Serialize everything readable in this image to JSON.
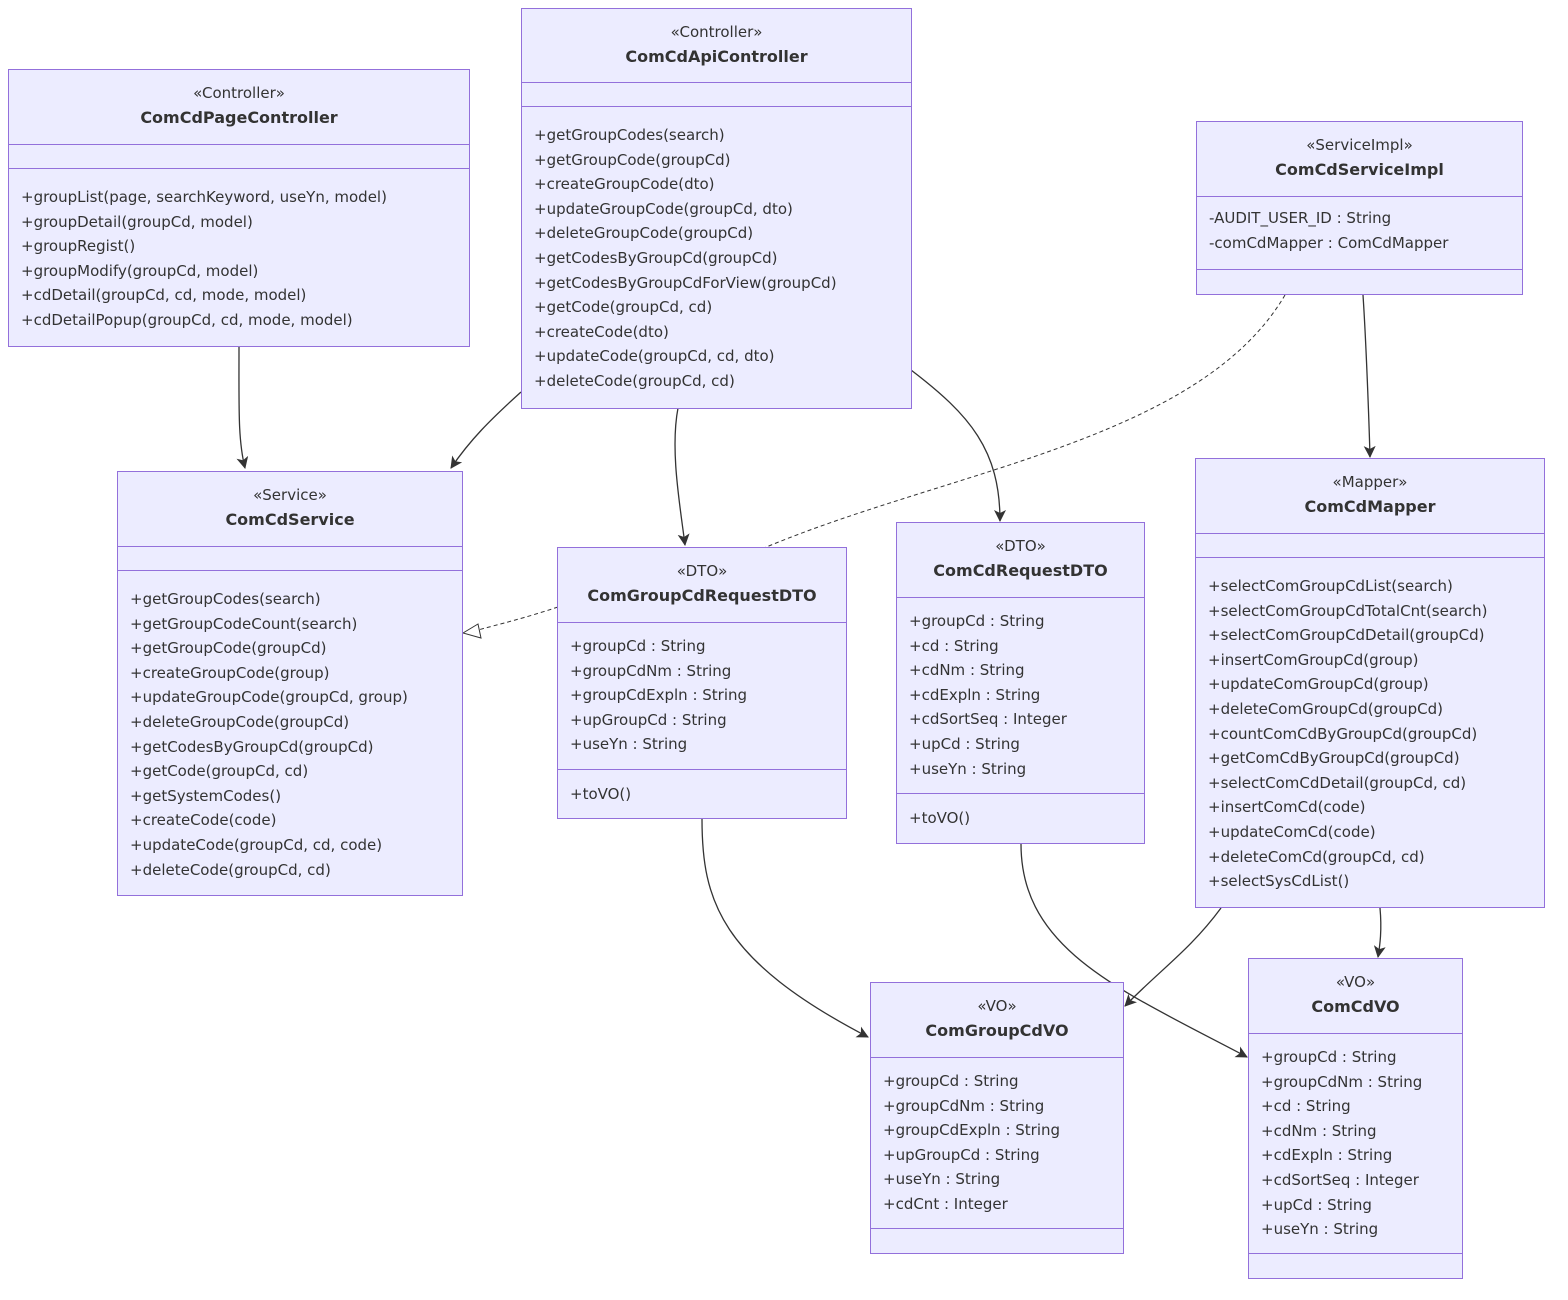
{
  "diagram": {
    "colors": {
      "box_fill": "#ECECFF",
      "box_border": "#9370DB",
      "edge": "#333333"
    },
    "classes": {
      "pageCtrl": {
        "stereotype": "«Controller»",
        "name": "ComCdPageController",
        "attributes": [],
        "methods": [
          "+groupList(page, searchKeyword, useYn, model)",
          "+groupDetail(groupCd, model)",
          "+groupRegist()",
          "+groupModify(groupCd, model)",
          "+cdDetail(groupCd, cd, mode, model)",
          "+cdDetailPopup(groupCd, cd, mode, model)"
        ]
      },
      "apiCtrl": {
        "stereotype": "«Controller»",
        "name": "ComCdApiController",
        "attributes": [],
        "methods": [
          "+getGroupCodes(search)",
          "+getGroupCode(groupCd)",
          "+createGroupCode(dto)",
          "+updateGroupCode(groupCd, dto)",
          "+deleteGroupCode(groupCd)",
          "+getCodesByGroupCd(groupCd)",
          "+getCodesByGroupCdForView(groupCd)",
          "+getCode(groupCd, cd)",
          "+createCode(dto)",
          "+updateCode(groupCd, cd, dto)",
          "+deleteCode(groupCd, cd)"
        ]
      },
      "serviceImpl": {
        "stereotype": "«ServiceImpl»",
        "name": "ComCdServiceImpl",
        "attributes": [
          "-AUDIT_USER_ID : String",
          "-comCdMapper : ComCdMapper"
        ],
        "methods": []
      },
      "service": {
        "stereotype": "«Service»",
        "name": "ComCdService",
        "attributes": [],
        "methods": [
          "+getGroupCodes(search)",
          "+getGroupCodeCount(search)",
          "+getGroupCode(groupCd)",
          "+createGroupCode(group)",
          "+updateGroupCode(groupCd, group)",
          "+deleteGroupCode(groupCd)",
          "+getCodesByGroupCd(groupCd)",
          "+getCode(groupCd, cd)",
          "+getSystemCodes()",
          "+createCode(code)",
          "+updateCode(groupCd, cd, code)",
          "+deleteCode(groupCd, cd)"
        ]
      },
      "groupDto": {
        "stereotype": "«DTO»",
        "name": "ComGroupCdRequestDTO",
        "attributes": [
          "+groupCd : String",
          "+groupCdNm : String",
          "+groupCdExpln : String",
          "+upGroupCd : String",
          "+useYn : String"
        ],
        "methods": [
          "+toVO()"
        ]
      },
      "cdDto": {
        "stereotype": "«DTO»",
        "name": "ComCdRequestDTO",
        "attributes": [
          "+groupCd : String",
          "+cd : String",
          "+cdNm : String",
          "+cdExpln : String",
          "+cdSortSeq : Integer",
          "+upCd : String",
          "+useYn : String"
        ],
        "methods": [
          "+toVO()"
        ]
      },
      "mapper": {
        "stereotype": "«Mapper»",
        "name": "ComCdMapper",
        "attributes": [],
        "methods": [
          "+selectComGroupCdList(search)",
          "+selectComGroupCdTotalCnt(search)",
          "+selectComGroupCdDetail(groupCd)",
          "+insertComGroupCd(group)",
          "+updateComGroupCd(group)",
          "+deleteComGroupCd(groupCd)",
          "+countComCdByGroupCd(groupCd)",
          "+getComCdByGroupCd(groupCd)",
          "+selectComCdDetail(groupCd, cd)",
          "+insertComCd(code)",
          "+updateComCd(code)",
          "+deleteComCd(groupCd, cd)",
          "+selectSysCdList()"
        ]
      },
      "groupVo": {
        "stereotype": "«VO»",
        "name": "ComGroupCdVO",
        "attributes": [
          "+groupCd : String",
          "+groupCdNm : String",
          "+groupCdExpln : String",
          "+upGroupCd : String",
          "+useYn : String",
          "+cdCnt : Integer"
        ],
        "methods": []
      },
      "cdVo": {
        "stereotype": "«VO»",
        "name": "ComCdVO",
        "attributes": [
          "+groupCd : String",
          "+groupCdNm : String",
          "+cd : String",
          "+cdNm : String",
          "+cdExpln : String",
          "+cdSortSeq : Integer",
          "+upCd : String",
          "+useYn : String"
        ],
        "methods": []
      }
    },
    "relations": [
      {
        "from": "ComCdPageController",
        "to": "ComCdService",
        "type": "association"
      },
      {
        "from": "ComCdApiController",
        "to": "ComCdService",
        "type": "association"
      },
      {
        "from": "ComCdApiController",
        "to": "ComGroupCdRequestDTO",
        "type": "association"
      },
      {
        "from": "ComCdApiController",
        "to": "ComCdRequestDTO",
        "type": "association"
      },
      {
        "from": "ComCdServiceImpl",
        "to": "ComCdService",
        "type": "realization"
      },
      {
        "from": "ComCdServiceImpl",
        "to": "ComCdMapper",
        "type": "association"
      },
      {
        "from": "ComGroupCdRequestDTO",
        "to": "ComGroupCdVO",
        "type": "association"
      },
      {
        "from": "ComCdRequestDTO",
        "to": "ComCdVO",
        "type": "association"
      },
      {
        "from": "ComCdMapper",
        "to": "ComGroupCdVO",
        "type": "association"
      },
      {
        "from": "ComCdMapper",
        "to": "ComCdVO",
        "type": "association"
      }
    ]
  }
}
